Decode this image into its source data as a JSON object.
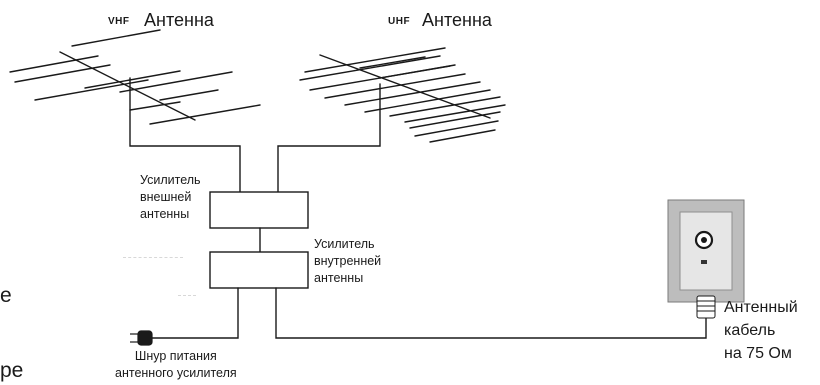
{
  "antennas": {
    "vhf": {
      "tag": "VHF",
      "label": "Антенна"
    },
    "uhf": {
      "tag": "UHF",
      "label": "Антенна"
    }
  },
  "amplifiers": {
    "outdoor": "Усилитель\nвнешней\nантенны",
    "indoor": "Усилитель\nвнутренней\nантенны"
  },
  "power_cord": {
    "label": "Шнур питания\nантенного усилителя"
  },
  "cable": {
    "label": "Антенный\nкабель\nна 75 Ом"
  },
  "edge_text": {
    "top": "е",
    "bottom": "ре"
  },
  "colors": {
    "line": "#1a1a1a",
    "box_fill": "#ffffff",
    "panel_outer": "#bdbdbd",
    "panel_inner": "#e6e6e6"
  }
}
